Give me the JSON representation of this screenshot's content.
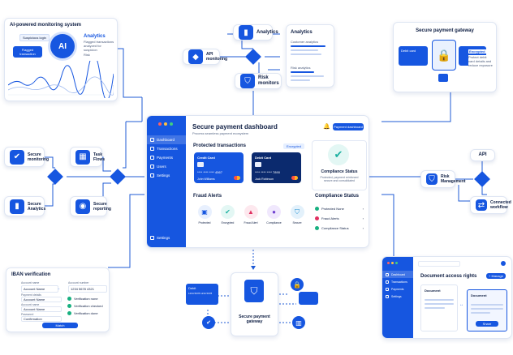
{
  "colors": {
    "accent": "#1656e0",
    "line": "#1f5bd6",
    "bg": "#ffffff"
  },
  "ai_card": {
    "title": "AI-powered monitoring system",
    "chip1": "Suspicious login",
    "chip2": "Flagged transaction",
    "ai_label": "AI",
    "analytics_title": "Analytics",
    "analytics_text": "Flagged transactions analyzed for suspicion",
    "risk": "Risk"
  },
  "analytics_node": {
    "label": "Analytics"
  },
  "api_monitoring": {
    "label": "API monitoring"
  },
  "risk_monitors": {
    "label": "Risk monitors"
  },
  "analytics_doc": {
    "title": "Analytics",
    "row1": "Customer analytics",
    "row2": "Risk analytics"
  },
  "gateway_card": {
    "title": "Secure payment gateway",
    "card_label": "Debit card",
    "encrypted": "Encrypted",
    "enc_text": "Protect debit card details and reduce exposure"
  },
  "dashboard": {
    "title": "Secure payment dashboard",
    "subtitle": "Process seamless payment ecosystem",
    "button": "Payment dashboard",
    "sidebar": [
      "Dashboard",
      "Transactions",
      "Payments",
      "Users",
      "Settings"
    ],
    "sidebar_bottom": "Settings",
    "protected_title": "Protected transactions",
    "encrypted_badge": "Encrypted",
    "card1": {
      "name": "Credit Card",
      "number": "**** **** **** 4567",
      "holder": "John Williams"
    },
    "card2": {
      "name": "Debit Card",
      "number": "**** **** **** 7890",
      "holder": "Jack Robinson"
    },
    "compliance_status": "Compliance Status",
    "compliance_text": "Protected, payment reinforced secure and consolidated",
    "fraud_title": "Fraud Alerts",
    "fraud_items": [
      "Protected",
      "Encrypted",
      "Fraud Alert",
      "Compliance",
      "Secure"
    ],
    "compliance_list_title": "Compliance Status",
    "compliance_list": [
      "Protected None",
      "Fraud Alerts",
      "Compliance Status"
    ]
  },
  "left_nodes": {
    "secure_monitoring": "Secure monitoring",
    "task_flows": "Task Flows",
    "secure_analytics": "Secure Analytics",
    "secure_reporting": "Secure reporting"
  },
  "right_nodes": {
    "api": "API",
    "risk_management": "Risk Management",
    "connected_workflow": "Connected workflow"
  },
  "iban": {
    "title": "IBAN verification",
    "from_label": "Account name",
    "from_value": "Account Name",
    "to_label": "Account number",
    "to_value": "1234 5678 4321",
    "fields": [
      {
        "label": "Payment details",
        "value": "Account Name"
      },
      {
        "label": "Account name",
        "value": "Account Name"
      },
      {
        "label": "Password",
        "value": "Confirmation"
      }
    ],
    "checks": [
      "Verification none",
      "Verification checked",
      "Verification done"
    ],
    "button": "Match"
  },
  "bottom_gateway": {
    "card_label": "Debit",
    "card_number": "1234 5678 1234 5678",
    "label": "Secure payment gateway"
  },
  "doc_access": {
    "title": "Document access rights",
    "button": "+ Manage",
    "sidebar": [
      "Dashboard",
      "Transactions",
      "Payments",
      "Settings"
    ],
    "doc1": "Document",
    "doc2": "Document",
    "share": "Share"
  }
}
